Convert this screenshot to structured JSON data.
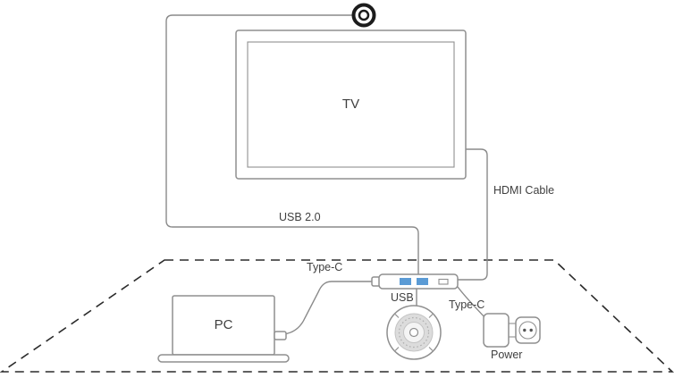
{
  "diagram": {
    "labels": {
      "tv": "TV",
      "pc": "PC",
      "usb_cable": "USB 2.0",
      "hdmi_cable": "HDMI Cable",
      "typec_pc": "Type-C",
      "typec_power": "Type-C",
      "usb_port": "USB",
      "power": "Power"
    },
    "colors": {
      "cable": "#8a8a8a",
      "outline": "#8f8f8f",
      "dashed": "#2b2b2b",
      "port_blue": "#5b9bd5",
      "text": "#3f3f3f",
      "webcam": "#1c1c1c"
    }
  }
}
